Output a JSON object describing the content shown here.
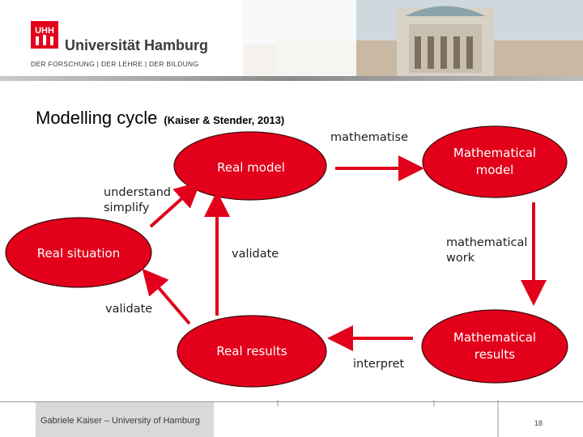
{
  "header": {
    "university": "Universität Hamburg",
    "tagline": "DER FORSCHUNG | DER LEHRE | DER BILDUNG",
    "logo_text": "UHH"
  },
  "slide": {
    "title": "Modelling cycle",
    "citation": "(Kaiser & Stender, 2013)"
  },
  "nodes": {
    "real_model": "Real model",
    "mathematical_model_1": "Mathematical",
    "mathematical_model_2": "model",
    "real_situation": "Real situation",
    "real_results": "Real results",
    "mathematical_results_1": "Mathematical",
    "mathematical_results_2": "results"
  },
  "labels": {
    "mathematise": "mathematise",
    "understand": "understand",
    "simplify": "simplify",
    "validate_center": "validate",
    "mathematical_work_1": "mathematical",
    "mathematical_work_2": "work",
    "validate_left": "validate",
    "interpret": "interpret"
  },
  "footer": {
    "author": "Gabriele Kaiser – University of Hamburg",
    "page": "18"
  },
  "colors": {
    "node_fill": "#e2001a",
    "node_stroke": "#3a0a0a",
    "arrow": "#e2001a"
  }
}
